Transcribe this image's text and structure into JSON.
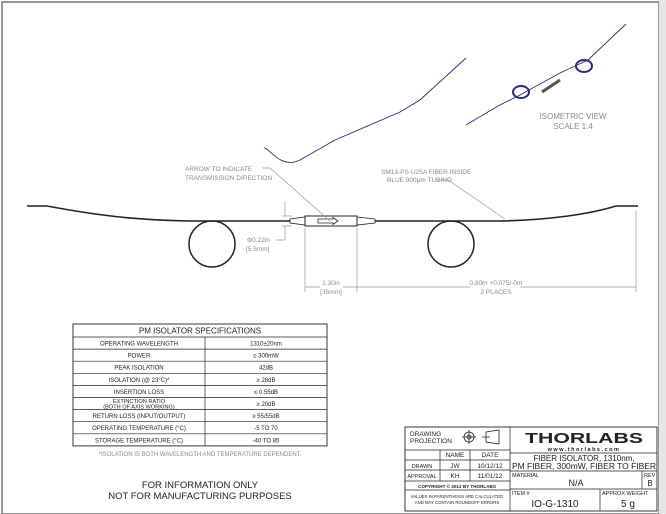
{
  "isometric": {
    "title": "ISOMETRIC VIEW",
    "scale": "SCALE 1:4",
    "fiber_color": "#2a2a7a"
  },
  "callouts": {
    "arrow_line1": "ARROW TO INDICATE",
    "arrow_line2": "TRANSMISSION DIRECTION",
    "fiber_line1": "SM13-PS-U25A FIBER INSIDE",
    "fiber_line2": "BLUE 900µm TUBING"
  },
  "dimensions": {
    "diameter_in": "Φ0.22in",
    "diameter_mm": "[5.5mm]",
    "body_in": "1.30in",
    "body_mm": "[35mm]",
    "lead_length": "0.80m +0.075/-0m",
    "lead_places": "2 PLACES"
  },
  "specs": {
    "title": "PM ISOLATOR SPECIFICATIONS",
    "rows": [
      {
        "label": "OPERATING WAVELENGTH",
        "value": "1310±20nm"
      },
      {
        "label": "POWER",
        "value": "≤ 300mW"
      },
      {
        "label": "PEAK ISOLATION",
        "value": "42dB"
      },
      {
        "label": "ISOLATION (@ 23°C)*",
        "value": "≥ 28dB"
      },
      {
        "label": "INSERTION LOSS",
        "value": "≤ 0.55dB"
      },
      {
        "label": "EXTINCTION RATIO",
        "label2": "(BOTH OF AXIS WORKING)",
        "value": "≥ 20dB"
      },
      {
        "label": "RETURN LOSS (INPUT/OUTPUT)",
        "value": "≥ 55/55dB"
      },
      {
        "label": "OPERATING TEMPERATURE (°C)",
        "value": "-5 TO 70"
      },
      {
        "label": "STORAGE TEMPERATURE (°C)",
        "value": "-40 TO 85"
      }
    ],
    "footnote": "*ISOLATION IS BOTH WAVELENGTH AND TEMPERATURE DEPENDENT."
  },
  "notice": {
    "line1": "FOR INFORMATION ONLY",
    "line2": "NOT FOR MANUFACTURING PURPOSES"
  },
  "title_block": {
    "projection_label1": "DRAWING",
    "projection_label2": "PROJECTION",
    "name_header": "NAME",
    "date_header": "DATE",
    "drawn_label": "DRAWN",
    "drawn_name": "JW",
    "drawn_date": "10/12/12",
    "approval_label": "APPROVAL",
    "approval_name": "KH",
    "approval_date": "11/01/12",
    "copyright": "COPYRIGHT © 2012 BY THORLABS",
    "values_note1": "VALUES IN PARENTHESIS ARE CALCULATED",
    "values_note2": "AND MAY CONTAIN ROUNDOFF ERRORS",
    "logo_text": "THORLABS",
    "website": "www.thorlabs.com",
    "title_line1": "FIBER ISOLATOR, 1310nm,",
    "title_line2": "PM FIBER, 300mW, FIBER TO FIBER",
    "material_label": "MATERIAL",
    "material": "N/A",
    "rev_label": "REV",
    "rev": "B",
    "item_label": "ITEM #",
    "item": "IO-G-1310",
    "weight_label": "APPROX WEIGHT",
    "weight": "5 g"
  }
}
